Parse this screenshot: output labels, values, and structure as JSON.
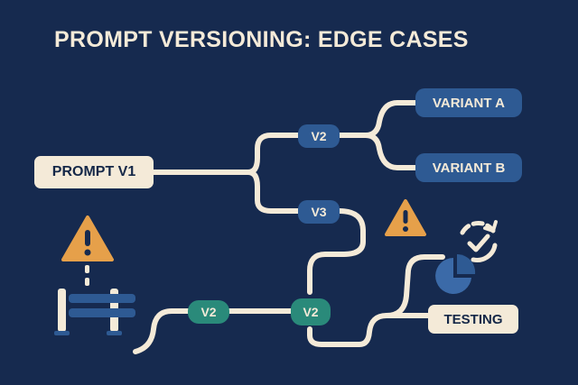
{
  "title": "PROMPT VERSIONING: EDGE CASES",
  "nodes": {
    "prompt_v1": "PROMPT V1",
    "v2_top": "V2",
    "v3": "V3",
    "variant_a": "VARIANT A",
    "variant_b": "VARIANT B",
    "v2_bottom_left": "V2",
    "v2_bottom_right": "V2",
    "testing": "TESTING"
  },
  "icons": [
    "warning-icon",
    "warning-icon",
    "gate-barrier-icon",
    "pie-chart-icon",
    "refresh-check-icon"
  ],
  "colors": {
    "background": "#162a4f",
    "text": "#f4ead8",
    "wire": "#f4ead8",
    "node_blue": "#2e5a93",
    "node_teal": "#2a8a7a",
    "warning": "#e6a04a"
  }
}
